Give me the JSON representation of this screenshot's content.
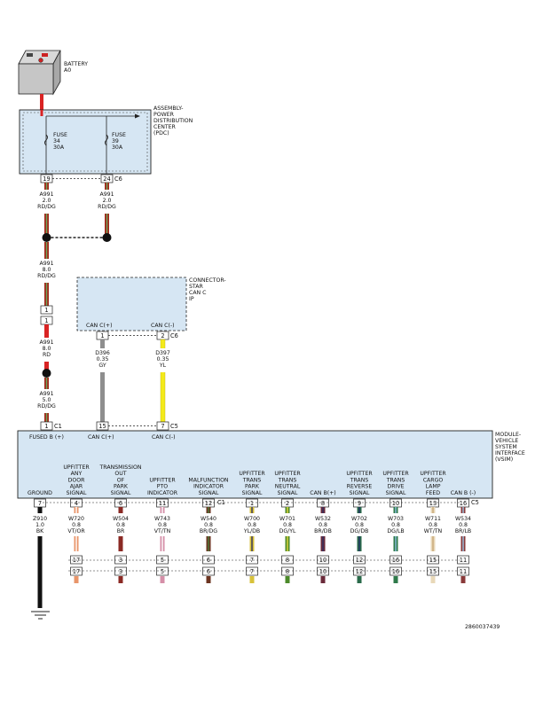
{
  "battery": {
    "name": "BATTERY",
    "code": "A0"
  },
  "pdc": {
    "label_lines": [
      "ASSEMBLY-",
      "POWER",
      "DISTRIBUTION",
      "CENTER",
      "(PDC)"
    ]
  },
  "fuses": [
    {
      "lines": [
        "FUSE",
        "34",
        "30A"
      ]
    },
    {
      "lines": [
        "FUSE",
        "39",
        "30A"
      ]
    }
  ],
  "pdc_pins": [
    "19",
    "24"
  ],
  "pdc_connector": "C6",
  "wires": {
    "a991_left": [
      "A991",
      "2.0",
      "RD/DG"
    ],
    "a991_right": [
      "A991",
      "2.0",
      "RD/DG"
    ],
    "a991_8_rddg": [
      "A991",
      "8.0",
      "RD/DG"
    ],
    "a991_8_rd": [
      "A991",
      "8.0",
      "RD"
    ],
    "a991_5": [
      "A991",
      "5.0",
      "RD/DG"
    ],
    "d396": [
      "D396",
      "0.35",
      "GY"
    ],
    "d397": [
      "D397",
      "0.35",
      "YL"
    ]
  },
  "inline_connector_pins": [
    "1",
    "1"
  ],
  "fused_b_pin": "1",
  "fused_b_connector": "C1",
  "connector_star": {
    "label_lines": [
      "CONNECTOR-",
      "STAR",
      "CAN C",
      "IP"
    ],
    "pin_labels": [
      "CAN C(+)",
      "CAN C(-)"
    ],
    "pins": [
      "1",
      "2"
    ],
    "connector": "C6"
  },
  "vsim": {
    "label_lines": [
      "MODULE-",
      "VEHICLE",
      "SYSTEM",
      "INTERFACE",
      "(VSIM)"
    ],
    "top_labels": [
      "FUSED B (+)",
      "CAN C(+)",
      "CAN C(-)"
    ],
    "top_pins": [
      "15",
      "7"
    ],
    "top_connector": "C5",
    "bottom_connector_c1": "C1",
    "bottom_connector_c5": "C5"
  },
  "circuits": [
    {
      "label": [
        "GROUND"
      ],
      "pin": "7",
      "wire": [
        "Z910",
        "1.0",
        "BK"
      ],
      "c1": "",
      "c2": "",
      "color": "#111111",
      "stripe": "#111111"
    },
    {
      "label": [
        "UPFITTER",
        "ANY",
        "DOOR",
        "AJAR",
        "SIGNAL"
      ],
      "pin": "4",
      "wire": [
        "W720",
        "0.8",
        "VT/OR"
      ],
      "c1": "17",
      "c2": "17",
      "color": "#e8956a",
      "stripe": "#ffffff"
    },
    {
      "label": [
        "TRANSMISSION",
        "OUT",
        "OF",
        "PARK",
        "SIGNAL"
      ],
      "pin": "6",
      "wire": [
        "W504",
        "0.8",
        "BR"
      ],
      "c1": "3",
      "c2": "3",
      "color": "#8b2a24",
      "stripe": "#8b2a24"
    },
    {
      "label": [
        "UPFITTER",
        "PTO",
        "INDICATOR"
      ],
      "pin": "11",
      "wire": [
        "W743",
        "0.8",
        "VT/TN"
      ],
      "c1": "5",
      "c2": "5",
      "color": "#d58fa8",
      "stripe": "#ffffff"
    },
    {
      "label": [
        "MALFUNCTION",
        "INDICATOR",
        "SIGNAL"
      ],
      "pin": "12",
      "wire": [
        "W540",
        "0.8",
        "BR/DG"
      ],
      "c1": "6",
      "c2": "6",
      "color": "#6b3420",
      "stripe": "#4a7a3a"
    },
    {
      "label": [
        "UPFITTER",
        "TRANS",
        "PARK",
        "SIGNAL"
      ],
      "pin": "1",
      "wire": [
        "W700",
        "0.8",
        "YL/DB"
      ],
      "c1": "7",
      "c2": "7",
      "color": "#d8c23a",
      "stripe": "#333366"
    },
    {
      "label": [
        "UPFITTER",
        "TRANS",
        "NEUTRAL",
        "SIGNAL"
      ],
      "pin": "2",
      "wire": [
        "W701",
        "0.8",
        "DG/YL"
      ],
      "c1": "8",
      "c2": "8",
      "color": "#4c8a2a",
      "stripe": "#e6d840"
    },
    {
      "label": [
        "CAN B(+)"
      ],
      "pin": "8",
      "wire": [
        "W532",
        "0.8",
        "BR/DB"
      ],
      "c1": "10",
      "c2": "10",
      "color": "#6a2a3a",
      "stripe": "#333366"
    },
    {
      "label": [
        "UPFITTER",
        "TRANS",
        "REVERSE",
        "SIGNAL"
      ],
      "pin": "9",
      "wire": [
        "W702",
        "0.8",
        "DG/DB"
      ],
      "c1": "12",
      "c2": "12",
      "color": "#2a6a4a",
      "stripe": "#223366"
    },
    {
      "label": [
        "UPFITTER",
        "TRANS",
        "DRIVE",
        "SIGNAL"
      ],
      "pin": "10",
      "wire": [
        "W703",
        "0.8",
        "DG/LB"
      ],
      "c1": "16",
      "c2": "16",
      "color": "#2f7a4a",
      "stripe": "#8fc0e0"
    },
    {
      "label": [
        "UPFITTER",
        "CARGO",
        "LAMP",
        "FEED"
      ],
      "pin": "13",
      "wire": [
        "W711",
        "0.8",
        "WT/TN"
      ],
      "c1": "15",
      "c2": "15",
      "color": "#e8d8b8",
      "stripe": "#c8a878"
    },
    {
      "label": [
        "CAN B (-)"
      ],
      "pin": "16",
      "wire": [
        "W534",
        "0.8",
        "BR/LB"
      ],
      "c1": "11",
      "c2": "11",
      "color": "#8a3a3a",
      "stripe": "#9cc8e6"
    }
  ],
  "doc_id": "2860037439"
}
